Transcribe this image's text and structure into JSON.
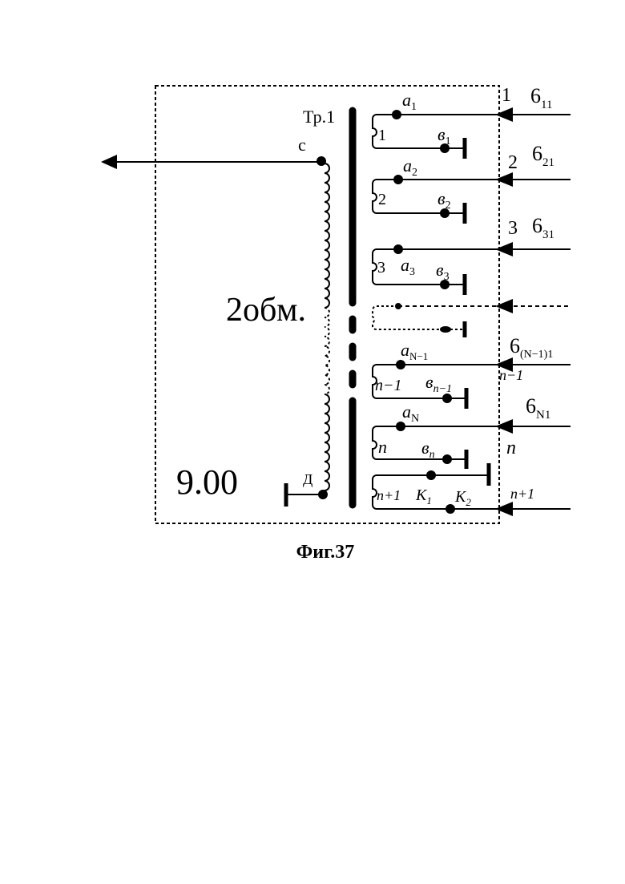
{
  "figure": {
    "caption": "Фиг.37",
    "block_number": "9.00",
    "transformer_label": "Тр.1",
    "primary_label": "2обм.",
    "primary_top_terminal": "с",
    "primary_bottom_terminal": "Д"
  },
  "secondary": {
    "windings": [
      {
        "number": "1",
        "a_main": "a",
        "a_sub": "1",
        "b_main": "в",
        "b_sub": "1"
      },
      {
        "number": "2",
        "a_main": "a",
        "a_sub": "2",
        "b_main": "в",
        "b_sub": "2"
      },
      {
        "number": "3",
        "a_main": "a",
        "a_sub": "3",
        "b_main": "в",
        "b_sub": "3"
      },
      {
        "number": "n−1",
        "a_main": "a",
        "a_sub": "N−1",
        "b_main": "в",
        "b_sub": "n−1"
      },
      {
        "number": "n",
        "a_main": "a",
        "a_sub": "N",
        "b_main": "в",
        "b_sub": "n"
      },
      {
        "number": "n+1",
        "k1_main": "K",
        "k1_sub": "1",
        "k2_main": "K",
        "k2_sub": "2"
      }
    ]
  },
  "inputs": [
    {
      "number": "1",
      "signal_main": "6",
      "signal_sub": "11"
    },
    {
      "number": "2",
      "signal_main": "6",
      "signal_sub": "21"
    },
    {
      "number": "3",
      "signal_main": "6",
      "signal_sub": "31"
    },
    {
      "number": "n−1",
      "signal_main": "6",
      "signal_sub": "(N−1)1"
    },
    {
      "number": "n",
      "signal_main": "6",
      "signal_sub": "N1"
    },
    {
      "number": "n+1"
    }
  ]
}
